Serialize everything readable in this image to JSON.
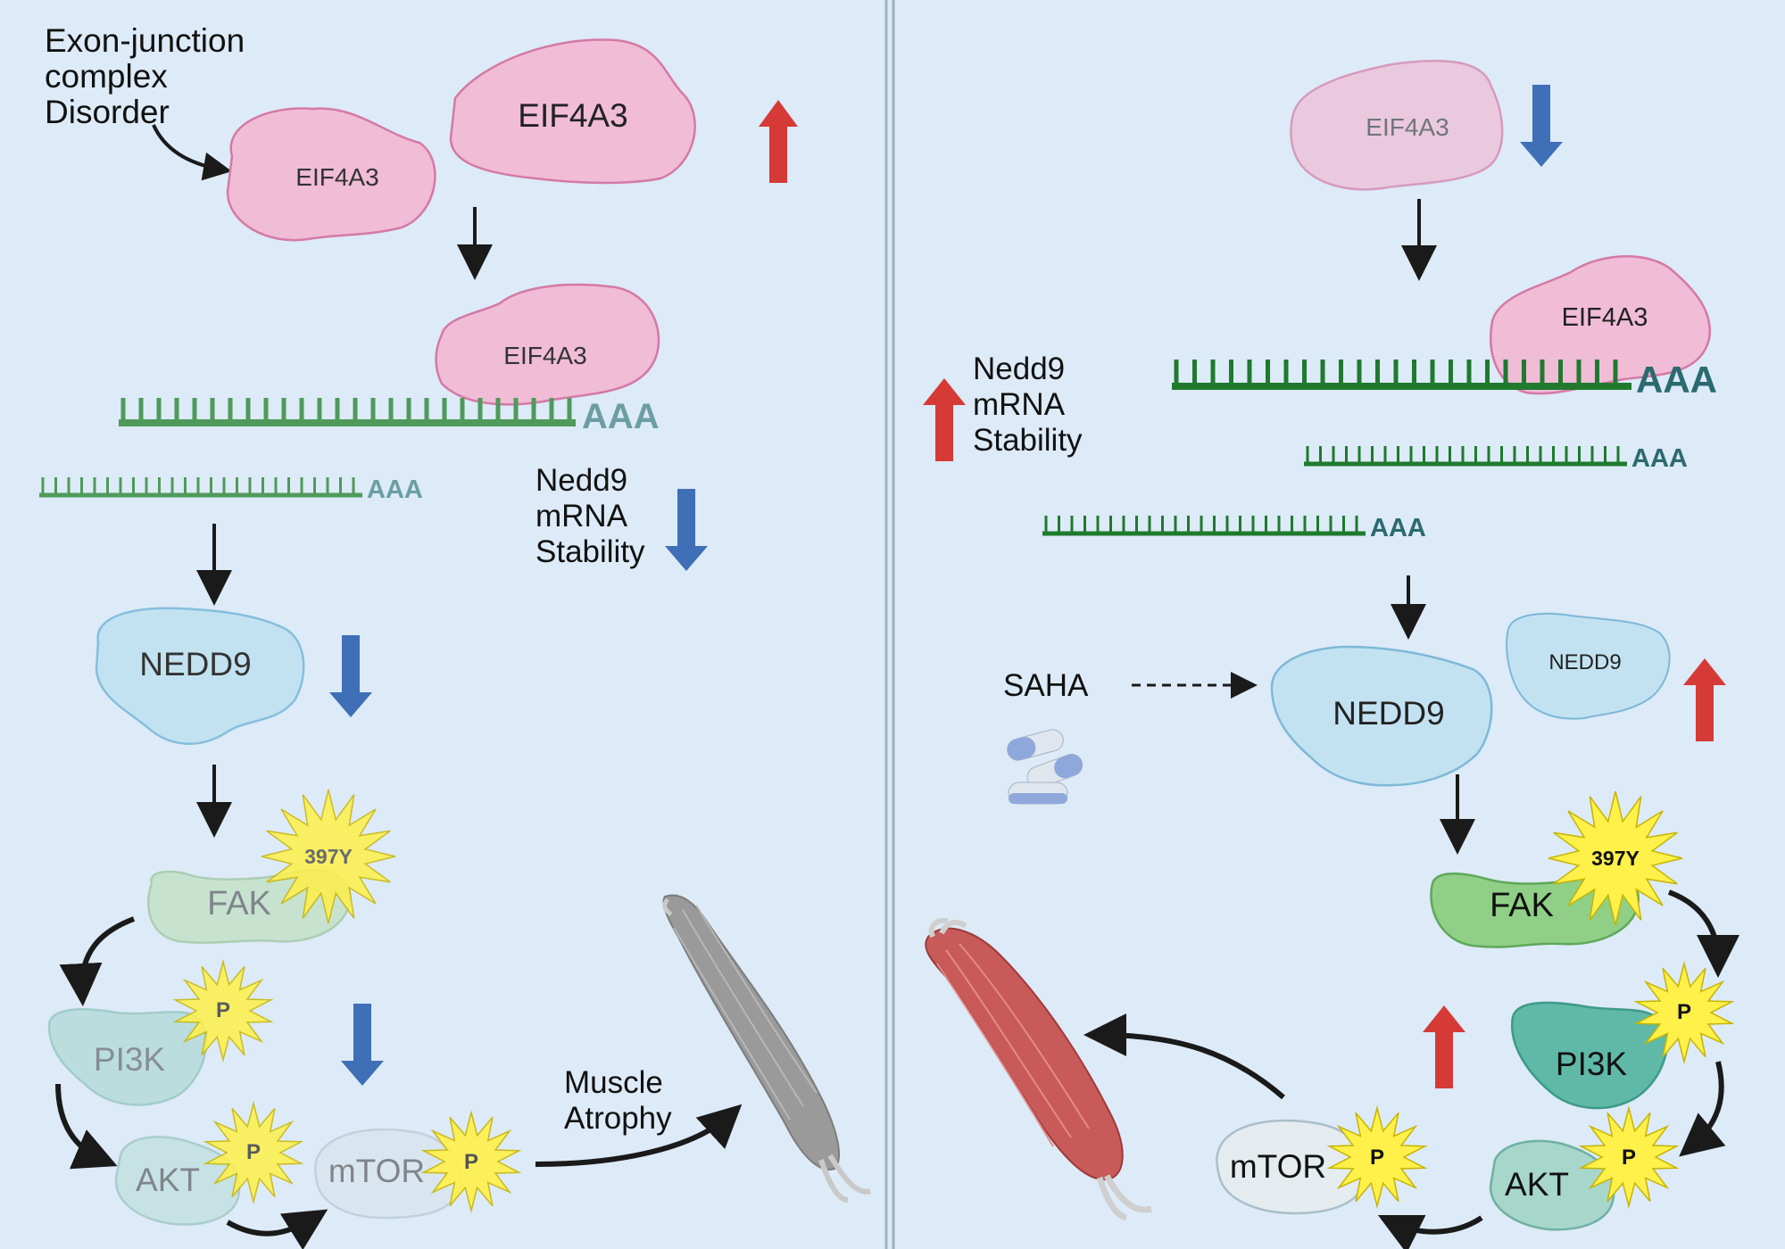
{
  "left": {
    "ejc_text": [
      "Exon-junction",
      "complex",
      "Disorder"
    ],
    "eif4a3_small": "EIF4A3",
    "eif4a3_big": "EIF4A3",
    "eif4a3_on_mrna": "EIF4A3",
    "polya_long": "AAA",
    "polya_short": "AAA",
    "stability_text": [
      "Nedd9",
      "mRNA",
      "Stability"
    ],
    "nedd9": "NEDD9",
    "phospho_site": "397Y",
    "fak": "FAK",
    "pi3k": "PI3K",
    "akt": "AKT",
    "mtor": "mTOR",
    "phospho": "P",
    "outcome_text": [
      "Muscle",
      "Atrophy"
    ]
  },
  "right": {
    "eif4a3_top": "EIF4A3",
    "eif4a3_on_mrna": "EIF4A3",
    "stability_text": [
      "Nedd9",
      "mRNA",
      "Stability"
    ],
    "polya_1": "AAA",
    "polya_2": "AAA",
    "polya_3": "AAA",
    "drug": "SAHA",
    "nedd9_big": "NEDD9",
    "nedd9_small": "NEDD9",
    "phospho_site": "397Y",
    "fak": "FAK",
    "pi3k": "PI3K",
    "akt": "AKT",
    "mtor": "mTOR",
    "phospho": "P"
  },
  "colors": {
    "background": "#ddeaf7",
    "arrow_up": "#d63a36",
    "arrow_down": "#3f6fb6",
    "mrna_left": "#4f9a5a",
    "mrna_right": "#1f7a2e",
    "eif4a3": "#e8a8c8",
    "nedd9": "#b9dcee",
    "fak": "#8fcf86",
    "pi3k": "#5fb9a6",
    "phospho_star": "#fff04a"
  }
}
